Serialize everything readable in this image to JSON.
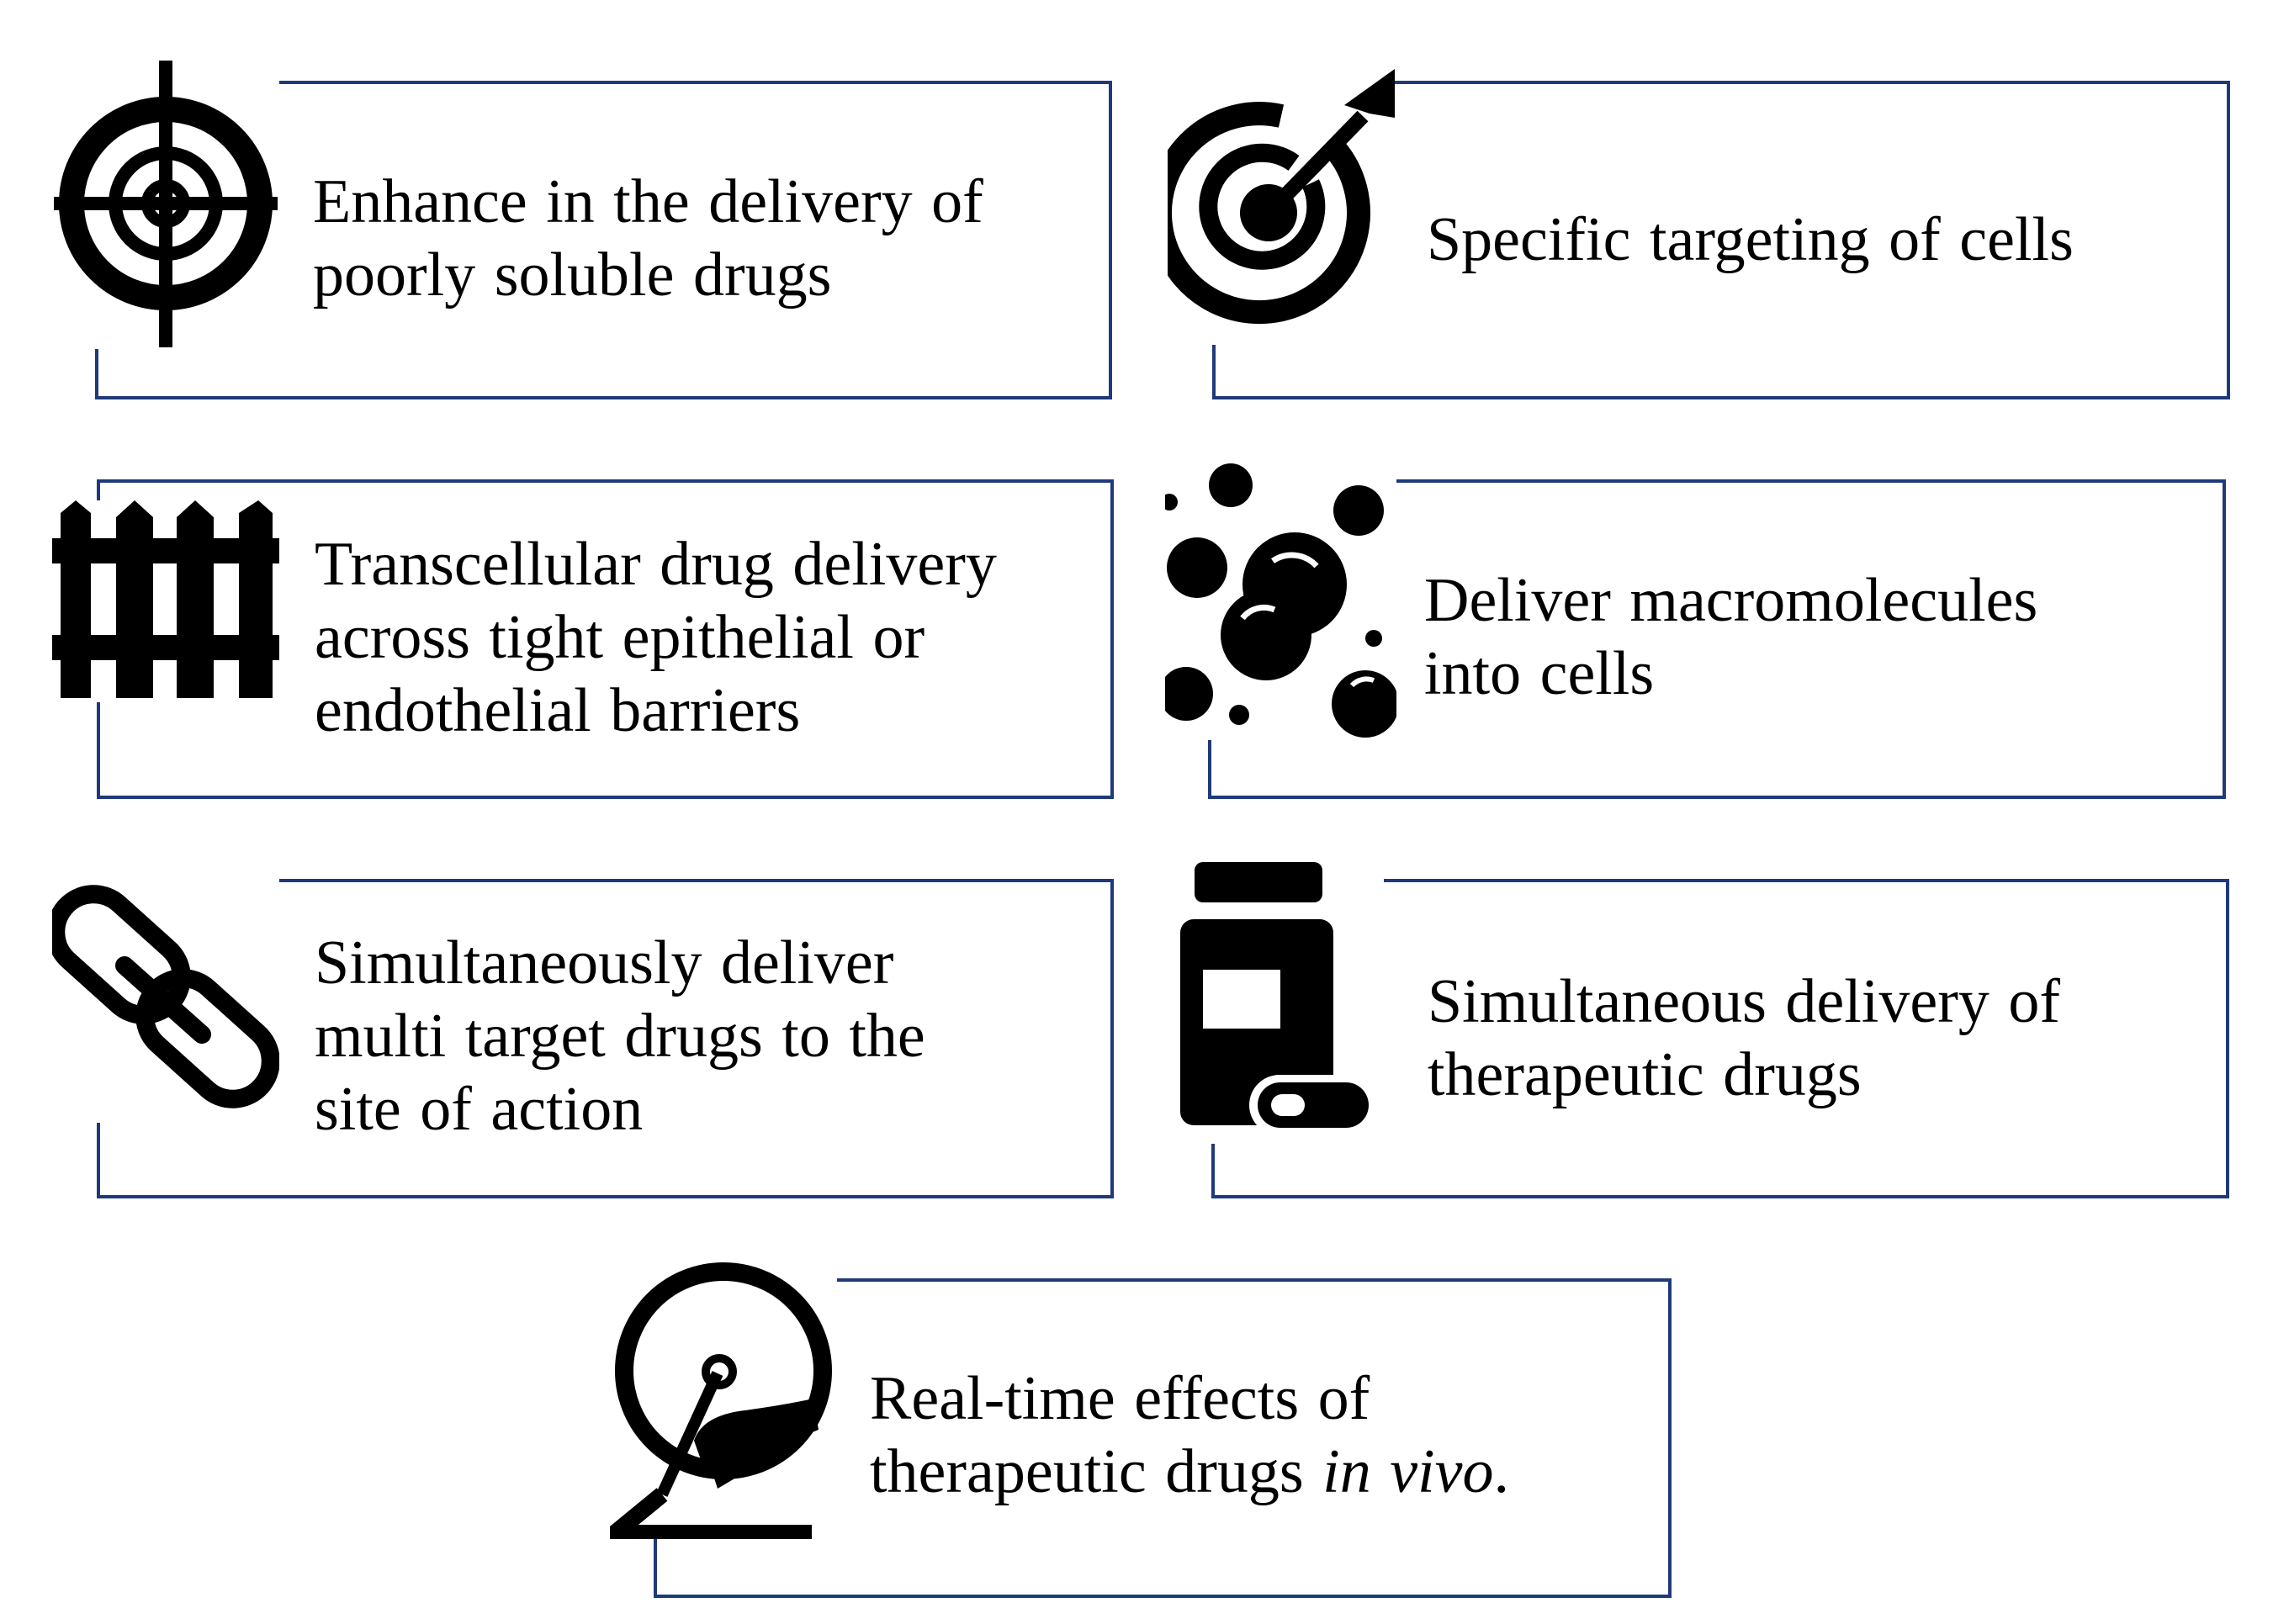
{
  "colors": {
    "box_border": "#1f3a7a",
    "icon": "#000000",
    "text": "#000000"
  },
  "cards": [
    {
      "icon": "crosshair-icon",
      "lines": [
        "Enhance in the delivery of",
        "poorly soluble drugs"
      ]
    },
    {
      "icon": "bullseye-arrow-icon",
      "lines": [
        "Specific targeting of cells"
      ]
    },
    {
      "icon": "fence-icon",
      "lines": [
        "Transcellular drug delivery",
        "across tight epithelial or",
        "endothelial barriers"
      ]
    },
    {
      "icon": "bubbles-icon",
      "lines": [
        "Deliver macromolecules",
        "into cells"
      ]
    },
    {
      "icon": "chain-link-icon",
      "lines": [
        "Simultaneously deliver",
        "multi target drugs to the",
        "site of action"
      ]
    },
    {
      "icon": "medicine-bottle-capsule-icon",
      "lines": [
        "Simultaneous delivery of",
        "therapeutic drugs"
      ]
    },
    {
      "icon": "hamster-wheel-icon",
      "lines": [
        "Real-time effects of",
        "therapeutic drugs "
      ],
      "italic_suffix": "in vivo",
      "suffix": "."
    }
  ]
}
